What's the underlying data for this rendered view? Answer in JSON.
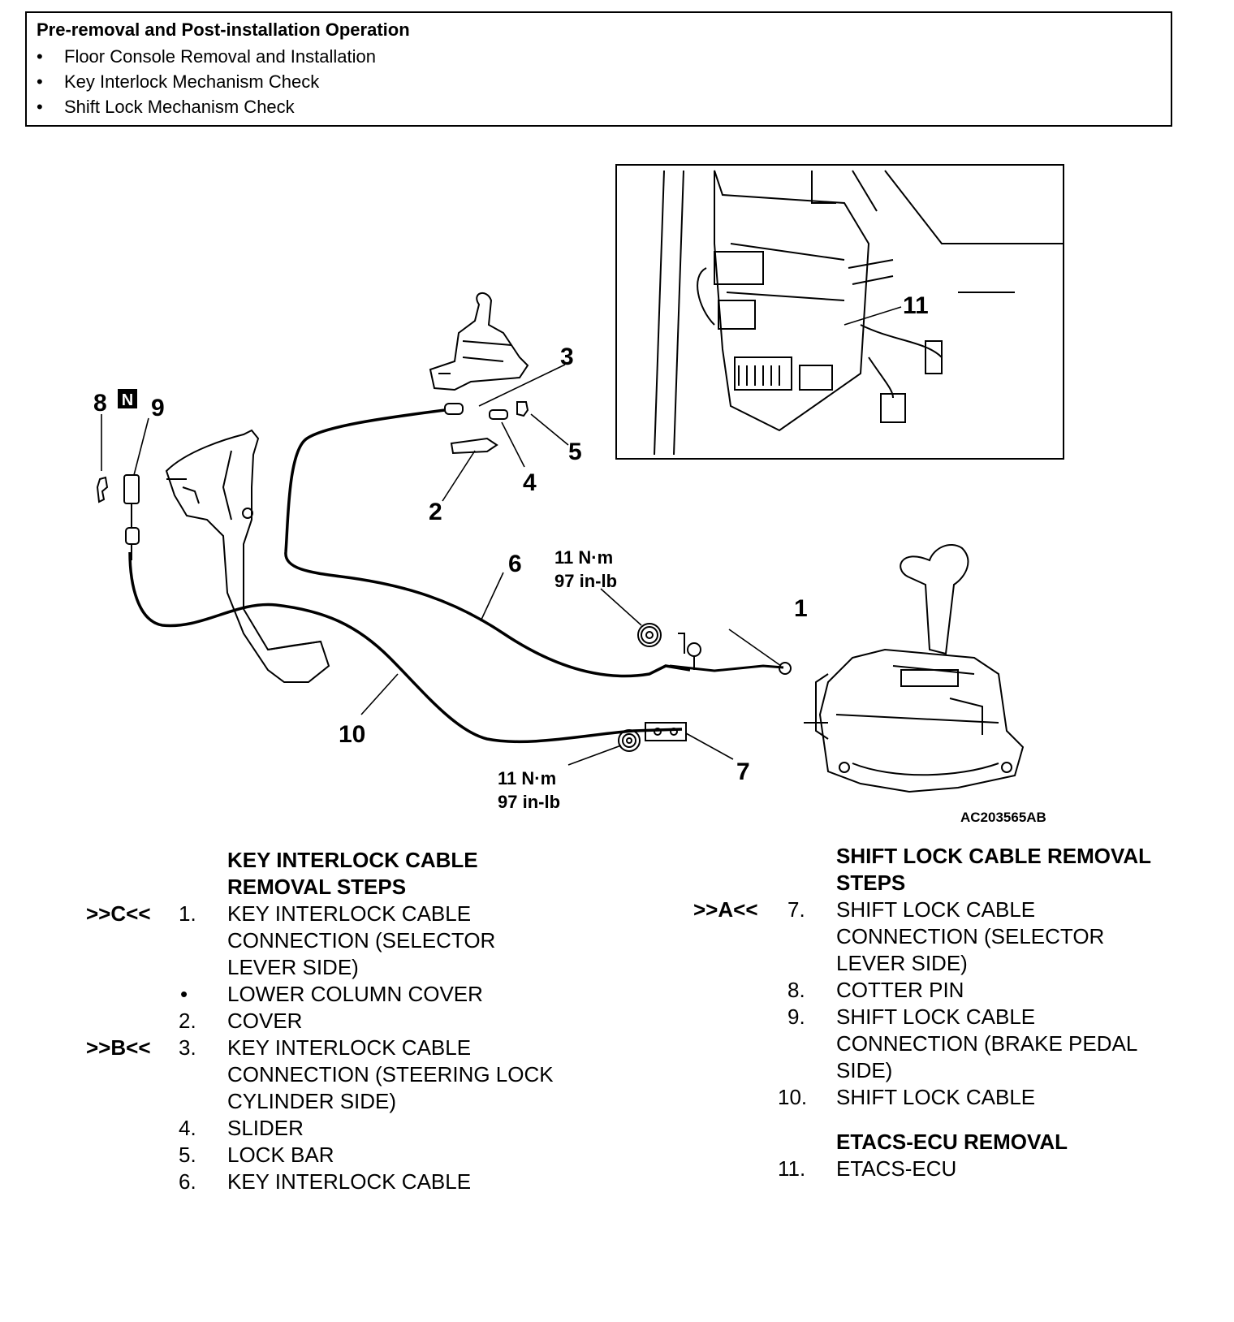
{
  "operation_box": {
    "title": "Pre-removal and Post-installation Operation",
    "items": [
      "Floor Console Removal and Installation",
      "Key Interlock Mechanism Check",
      "Shift Lock Mechanism Check"
    ]
  },
  "diagram": {
    "callouts": [
      "1",
      "2",
      "3",
      "4",
      "5",
      "6",
      "7",
      "8",
      "9",
      "10",
      "11"
    ],
    "torque_upper": [
      "11 N·m",
      "97 in-lb"
    ],
    "torque_lower": [
      "11 N·m",
      "97 in-lb"
    ],
    "part_code": "AC203565AB",
    "n_badge": "N"
  },
  "key_interlock": {
    "heading_1": "KEY INTERLOCK CABLE",
    "heading_2": "REMOVAL STEPS",
    "rows": [
      {
        "ref": ">>C<<",
        "num": "1.",
        "text": "KEY INTERLOCK CABLE"
      },
      {
        "ref": "",
        "num": "",
        "text": "CONNECTION (SELECTOR"
      },
      {
        "ref": "",
        "num": "",
        "text": "LEVER SIDE)"
      },
      {
        "ref": "",
        "num": "•",
        "text": "LOWER COLUMN COVER"
      },
      {
        "ref": "",
        "num": "2.",
        "text": "COVER"
      },
      {
        "ref": ">>B<<",
        "num": "3.",
        "text": "KEY INTERLOCK CABLE"
      },
      {
        "ref": "",
        "num": "",
        "text": "CONNECTION (STEERING LOCK"
      },
      {
        "ref": "",
        "num": "",
        "text": "CYLINDER SIDE)"
      },
      {
        "ref": "",
        "num": "4.",
        "text": "SLIDER"
      },
      {
        "ref": "",
        "num": "5.",
        "text": "LOCK BAR"
      },
      {
        "ref": "",
        "num": "6.",
        "text": "KEY INTERLOCK CABLE"
      }
    ]
  },
  "shift_lock": {
    "heading_1": "SHIFT LOCK CABLE REMOVAL",
    "heading_2": "STEPS",
    "rows": [
      {
        "ref": ">>A<<",
        "num": "7.",
        "text": "SHIFT LOCK CABLE"
      },
      {
        "ref": "",
        "num": "",
        "text": "CONNECTION (SELECTOR"
      },
      {
        "ref": "",
        "num": "",
        "text": "LEVER SIDE)"
      },
      {
        "ref": "",
        "num": "8.",
        "text": "COTTER PIN"
      },
      {
        "ref": "",
        "num": "9.",
        "text": "SHIFT LOCK CABLE"
      },
      {
        "ref": "",
        "num": "",
        "text": "CONNECTION (BRAKE PEDAL"
      },
      {
        "ref": "",
        "num": "",
        "text": "SIDE)"
      },
      {
        "ref": "",
        "num": "10.",
        "text": "SHIFT LOCK CABLE"
      }
    ]
  },
  "etacs": {
    "heading": "ETACS-ECU REMOVAL",
    "rows": [
      {
        "num": "11.",
        "text": "ETACS-ECU"
      }
    ]
  }
}
